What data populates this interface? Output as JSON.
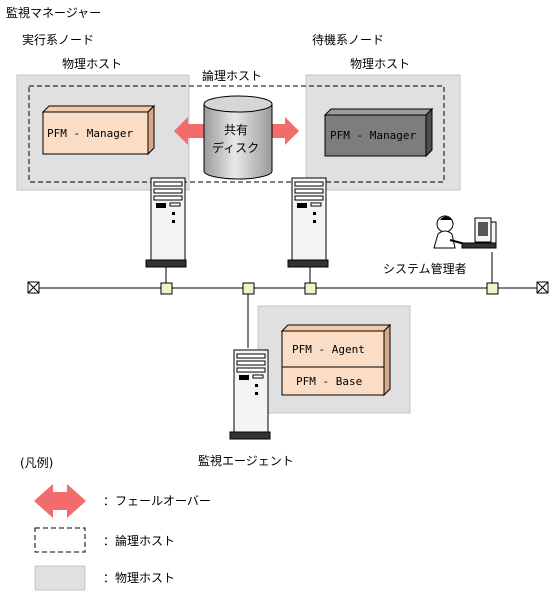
{
  "title": "監視マネージャー",
  "active_label": "実行系ノード",
  "standby_label": "待機系ノード",
  "physical_host_active": "物理ホスト",
  "physical_host_standby": "物理ホスト",
  "logical_host": "論理ホスト",
  "shared_disk": {
    "line1": "共有",
    "line2": "ディスク"
  },
  "manager_active": "PFM - Manager",
  "manager_standby": "PFM - Manager",
  "agent": "PFM - Agent",
  "base": "PFM - Base",
  "admin_label": "システム管理者",
  "agent_label": "監視エージェント",
  "legend": {
    "title": "(凡例)",
    "failover": "：フェールオーバー",
    "logical": "：論理ホスト",
    "physical": "：物理ホスト"
  },
  "colors": {
    "physical_bg": "#e0e0e0",
    "product_box": "#fbdcc4",
    "standby_box": "#7d7d7d",
    "arrow": "#f26c6c",
    "network_node": "#f3f2c6"
  }
}
